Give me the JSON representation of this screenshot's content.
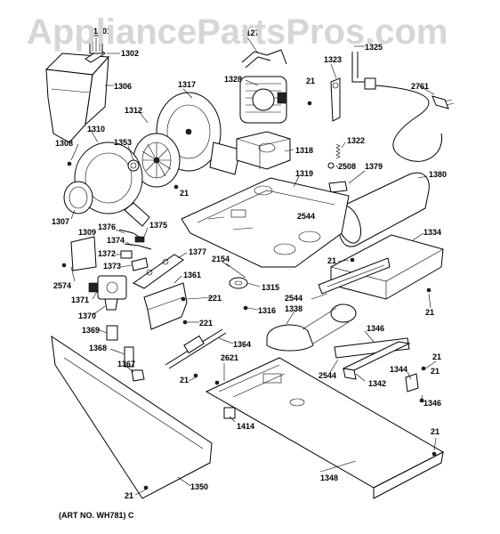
{
  "watermark": "AppliancePartsPros.com",
  "art_note": "(ART NO. WH781) C",
  "parts": [
    {
      "id": "p1301",
      "label": "1301"
    },
    {
      "id": "p1302",
      "label": "1302"
    },
    {
      "id": "p1306",
      "label": "1306"
    },
    {
      "id": "p1317",
      "label": "1317"
    },
    {
      "id": "p1127",
      "label": "1127"
    },
    {
      "id": "p1328",
      "label": "1328"
    },
    {
      "id": "p1325",
      "label": "1325"
    },
    {
      "id": "p1323",
      "label": "1323"
    },
    {
      "id": "p21a",
      "label": "21"
    },
    {
      "id": "p2761",
      "label": "2761"
    },
    {
      "id": "p1312",
      "label": "1312"
    },
    {
      "id": "p1310",
      "label": "1310"
    },
    {
      "id": "p1308",
      "label": "1308"
    },
    {
      "id": "p1353",
      "label": "1353"
    },
    {
      "id": "p1318",
      "label": "1318"
    },
    {
      "id": "p1322",
      "label": "1322"
    },
    {
      "id": "p2508",
      "label": "2508"
    },
    {
      "id": "p1379",
      "label": "1379"
    },
    {
      "id": "p1319",
      "label": "1319"
    },
    {
      "id": "p1380",
      "label": "1380"
    },
    {
      "id": "p21b",
      "label": "21"
    },
    {
      "id": "p2544a",
      "label": "2544"
    },
    {
      "id": "p1307",
      "label": "1307"
    },
    {
      "id": "p1376",
      "label": "1376"
    },
    {
      "id": "p1309",
      "label": "1309"
    },
    {
      "id": "p1374",
      "label": "1374"
    },
    {
      "id": "p1375",
      "label": "1375"
    },
    {
      "id": "p1372",
      "label": "1372"
    },
    {
      "id": "p1377",
      "label": "1377"
    },
    {
      "id": "p1334",
      "label": "1334"
    },
    {
      "id": "p21c",
      "label": "21"
    },
    {
      "id": "p2154",
      "label": "2154"
    },
    {
      "id": "p1373",
      "label": "1373"
    },
    {
      "id": "p2574",
      "label": "2574"
    },
    {
      "id": "p1361",
      "label": "1361"
    },
    {
      "id": "p1315",
      "label": "1315"
    },
    {
      "id": "p221a",
      "label": "221"
    },
    {
      "id": "p2544b",
      "label": "2544"
    },
    {
      "id": "p1338",
      "label": "1338"
    },
    {
      "id": "p1371",
      "label": "1371"
    },
    {
      "id": "p1316",
      "label": "1316"
    },
    {
      "id": "p21d",
      "label": "21"
    },
    {
      "id": "p1370",
      "label": "1370"
    },
    {
      "id": "p221b",
      "label": "221"
    },
    {
      "id": "p1369",
      "label": "1369"
    },
    {
      "id": "p1346a",
      "label": "1346"
    },
    {
      "id": "p1368",
      "label": "1368"
    },
    {
      "id": "p1364",
      "label": "1364"
    },
    {
      "id": "p2621",
      "label": "2621"
    },
    {
      "id": "p1367",
      "label": "1367"
    },
    {
      "id": "p2544c",
      "label": "2544"
    },
    {
      "id": "p21e",
      "label": "21"
    },
    {
      "id": "p1344",
      "label": "1344"
    },
    {
      "id": "p21f",
      "label": "21"
    },
    {
      "id": "p1342",
      "label": "1342"
    },
    {
      "id": "p21g",
      "label": "21"
    },
    {
      "id": "p1346b",
      "label": "1346"
    },
    {
      "id": "p1414",
      "label": "1414"
    },
    {
      "id": "p21h",
      "label": "21"
    },
    {
      "id": "p1348",
      "label": "1348"
    },
    {
      "id": "p21i",
      "label": "21"
    },
    {
      "id": "p1350",
      "label": "1350"
    }
  ]
}
